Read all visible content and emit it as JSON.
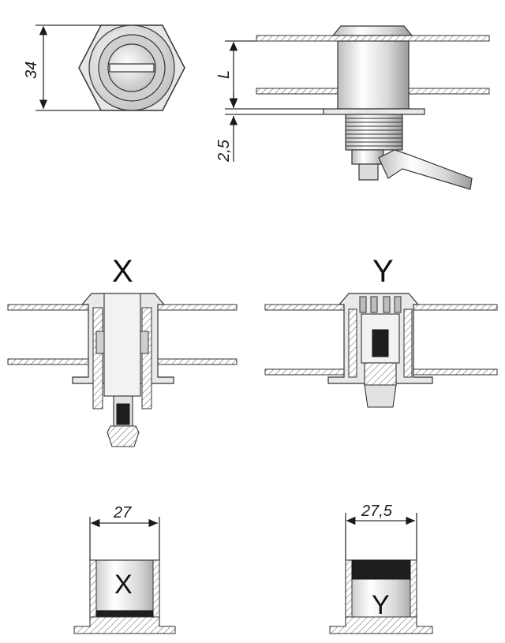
{
  "dimensions": {
    "hex_width": "34",
    "length": "L",
    "offset": "2,5",
    "insert_x_width": "27",
    "insert_y_width": "27,5"
  },
  "sections": {
    "x_label": "X",
    "y_label": "Y"
  },
  "inserts": {
    "x_label": "X",
    "y_label": "Y"
  },
  "colors": {
    "line": "#333333",
    "metal": "#e9e9e9",
    "thread": "#1e1e1e"
  }
}
